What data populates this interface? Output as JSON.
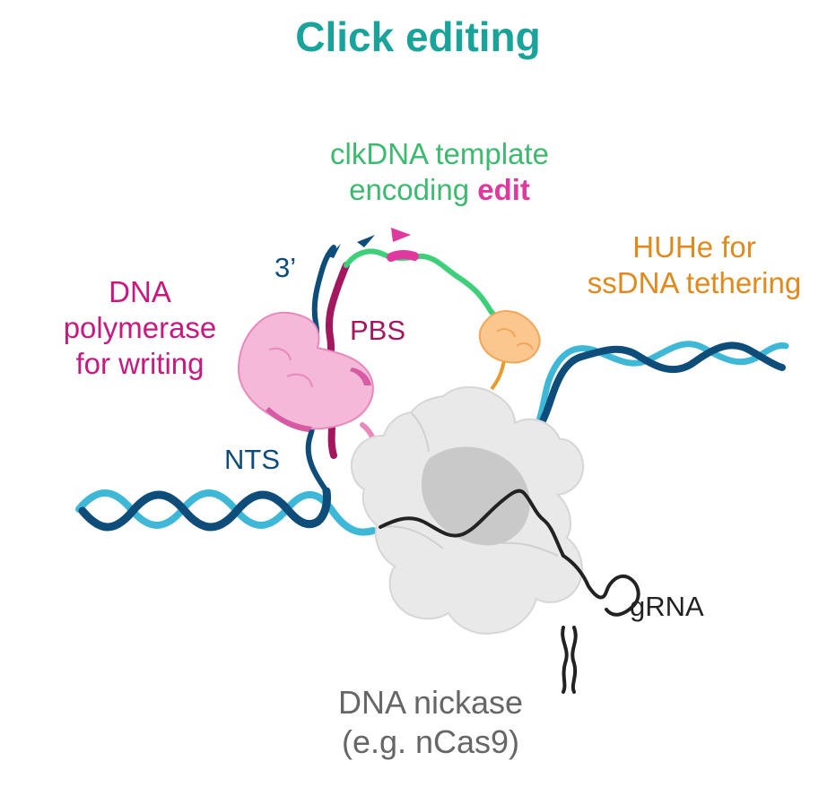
{
  "title": "Click editing",
  "labels": {
    "template_line1": "clkDNA template",
    "template_line2_prefix": "encoding ",
    "template_line2_edit": "edit",
    "huhe_line1": "HUHe for",
    "huhe_line2": "ssDNA tethering",
    "polymerase_line1": "DNA",
    "polymerase_line2": "polymerase",
    "polymerase_line3": "for writing",
    "three_prime": "3’",
    "pbs": "PBS",
    "nts": "NTS",
    "grna": "gRNA",
    "nickase_line1": "DNA nickase",
    "nickase_line2": "(e.g. nCas9)"
  },
  "colors": {
    "title": "#1aa39a",
    "template": "#3dba70",
    "edit": "#e0399e",
    "huhe": "#e08a1e",
    "polymerase": "#c8197f",
    "pbs": "#a3175e",
    "dna_dark": "#0e4d7a",
    "dna_light": "#3fb7d6",
    "nickase_text": "#666666",
    "grna": "#222222",
    "nickase_fill": "#e9e9e9",
    "nickase_core": "#c9c9c9",
    "polymerase_fill": "#f4b8d8",
    "huhe_fill": "#fbc78f"
  }
}
